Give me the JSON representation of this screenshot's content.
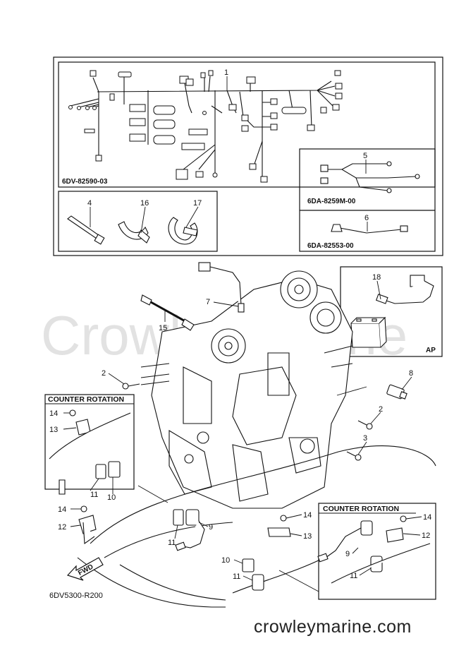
{
  "watermark": "Crowleymarine",
  "footer": "crowleymarine.com",
  "drawing_code": "6DV5300-R200",
  "fwd": "FWD",
  "boxes": {
    "main_harness_code": "6DV-82590-03",
    "sub_harness_5_code": "6DA-8259M-00",
    "sub_harness_6_code": "6DA-82553-00",
    "ap": "AP",
    "counter_rotation_left": "COUNTER ROTATION",
    "counter_rotation_right": "COUNTER ROTATION"
  },
  "callouts": {
    "p1": "1",
    "p2a": "2",
    "p2b": "2",
    "p3": "3",
    "p4": "4",
    "p5": "5",
    "p6": "6",
    "p7": "7",
    "p8": "8",
    "p9a": "9",
    "p9b": "9",
    "p10a": "10",
    "p10b": "10",
    "p11a": "11",
    "p11b": "11",
    "p11c": "11",
    "p11d": "11",
    "p12a": "12",
    "p12b": "12",
    "p13a": "13",
    "p13b": "13",
    "p14a": "14",
    "p14b": "14",
    "p14c": "14",
    "p14d": "14",
    "p15": "15",
    "p16": "16",
    "p17": "17",
    "p18": "18"
  }
}
